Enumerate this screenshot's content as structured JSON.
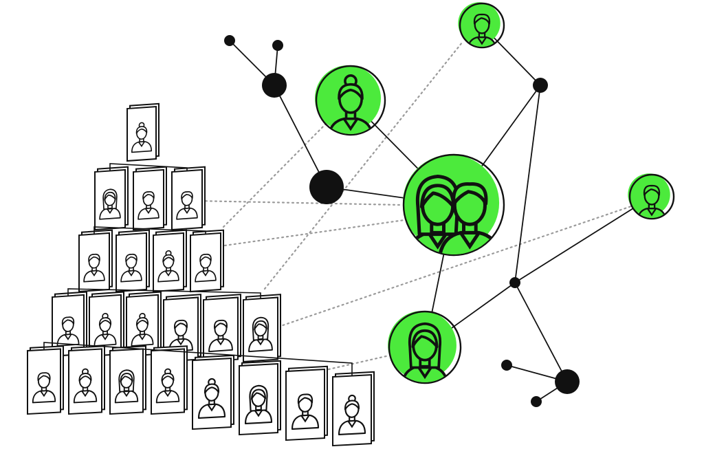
{
  "colors": {
    "accent": "#4cea3c",
    "line": "#111111",
    "dotted": "#9a9a9a",
    "background": "#ffffff"
  },
  "icons": {
    "portrait": "person-portrait-icon",
    "person": "person-icon",
    "couple": "two-people-icon",
    "hub": "network-node-icon"
  },
  "hierarchy": {
    "rows": [
      {
        "tier": 1,
        "portraits": [
          "woman-bun"
        ]
      },
      {
        "tier": 2,
        "portraits": [
          "woman",
          "man",
          "man"
        ]
      },
      {
        "tier": 3,
        "portraits": [
          "man",
          "man",
          "woman-bun",
          "man"
        ]
      },
      {
        "tier": 4,
        "portraits": [
          "man",
          "woman-bun",
          "woman-bun",
          "man",
          "man",
          "woman"
        ]
      },
      {
        "tier": 5,
        "portraits": [
          "man",
          "woman-bun",
          "woman",
          "woman-bun",
          "woman-bun",
          "woman",
          "man",
          "woman-bun"
        ]
      }
    ]
  },
  "network": {
    "people_nodes": [
      {
        "id": "top",
        "figure": "man"
      },
      {
        "id": "upper-left",
        "figure": "woman-bun"
      },
      {
        "id": "center",
        "figure": "couple"
      },
      {
        "id": "right",
        "figure": "man"
      },
      {
        "id": "lower",
        "figure": "woman"
      }
    ],
    "hub_nodes": [
      "hub-a",
      "hub-b",
      "hub-c",
      "hub-d",
      "hub-e",
      "hub-f",
      "hub-g",
      "hub-h",
      "hub-i",
      "hub-j"
    ]
  }
}
